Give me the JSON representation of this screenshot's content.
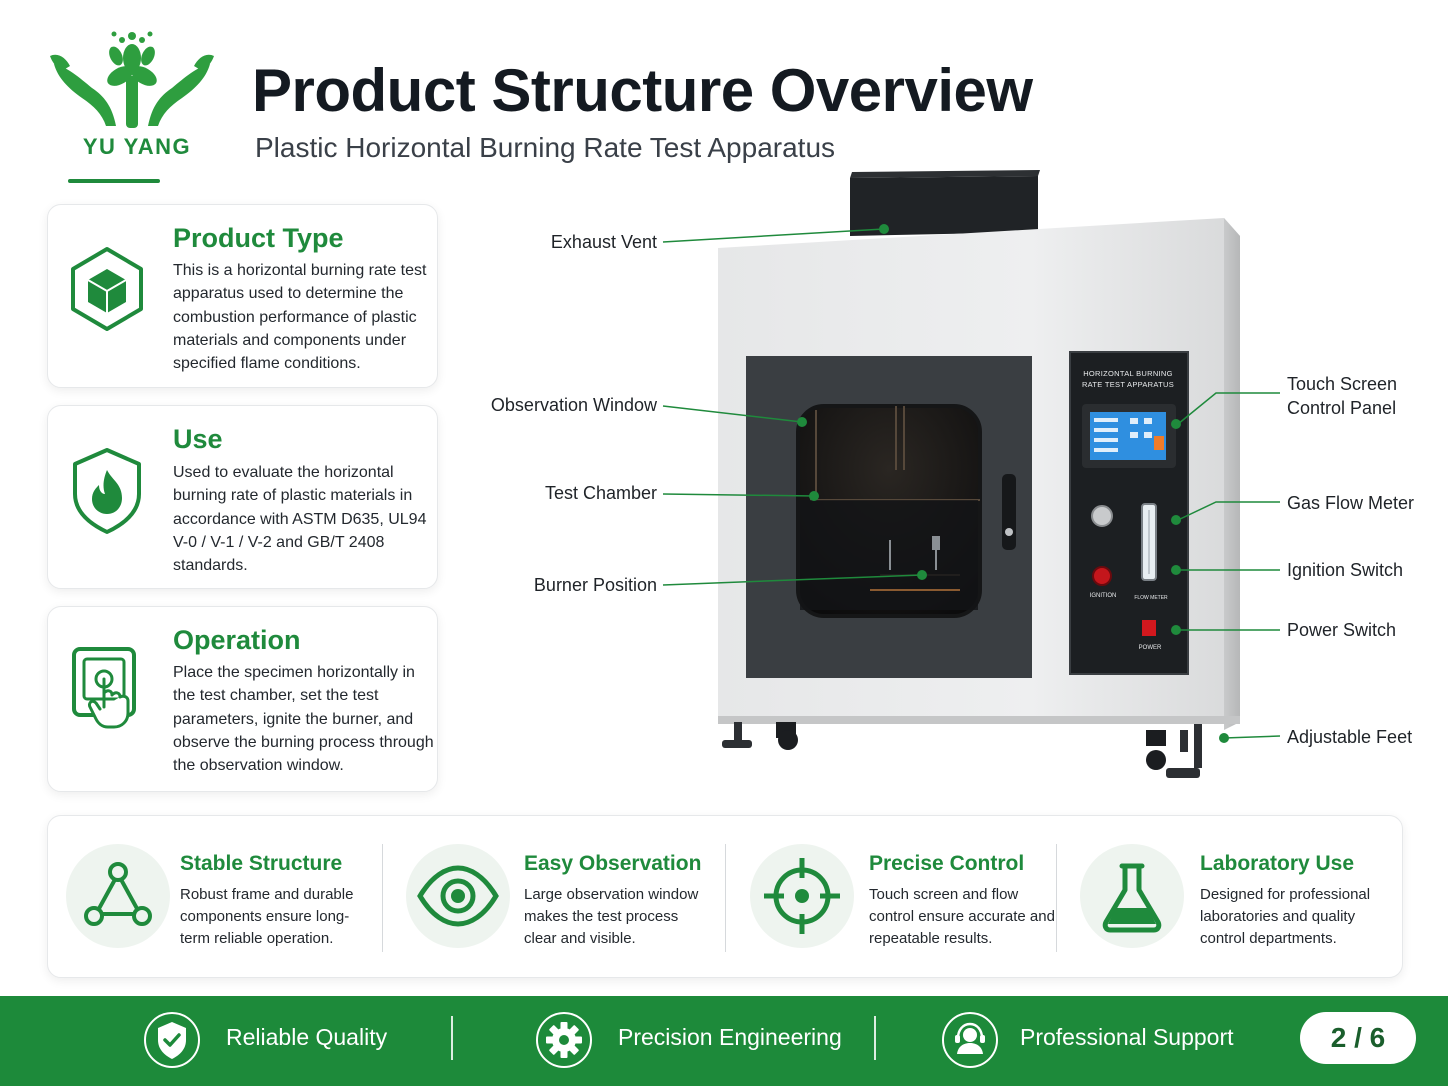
{
  "brand": {
    "name": "YU YANG",
    "color": "#1f8a3c"
  },
  "header": {
    "title": "Product Structure Overview",
    "subtitle": "Plastic Horizontal Burning Rate Test Apparatus"
  },
  "cards": [
    {
      "title": "Product Type",
      "text": "This is a horizontal burning rate test apparatus used to determine the combustion performance of plastic materials and components under specified flame conditions.",
      "icon": "cube-icon"
    },
    {
      "title": "Use",
      "text": "Used to evaluate the horizontal burning rate of plastic materials in accordance with ASTM D635, UL94 V-0 / V-1 / V-2 and GB/T 2408 standards.",
      "icon": "flame-icon"
    },
    {
      "title": "Operation",
      "text": "Place the specimen horizontally in the test chamber, set the test parameters, ignite the burner, and observe the burning process through the observation window.",
      "icon": "touch-icon"
    }
  ],
  "machine": {
    "panel_title_line1": "HORIZONTAL BURNING",
    "panel_title_line2": "RATE TEST APPARATUS",
    "ignition_label": "IGNITION",
    "flow_label": "FLOW METER",
    "power_label": "POWER"
  },
  "callouts": {
    "exhaust_vent": "Exhaust Vent",
    "observation_window": "Observation Window",
    "test_chamber": "Test Chamber",
    "burner_position": "Burner Position",
    "touch_screen_line1": "Touch Screen",
    "touch_screen_line2": "Control Panel",
    "gas_flow_meter": "Gas Flow Meter",
    "ignition_switch": "Ignition Switch",
    "power_switch": "Power Switch",
    "adjustable_feet": "Adjustable Feet"
  },
  "features": [
    {
      "title": "Stable Structure",
      "text": "Robust frame and durable components ensure long-term reliable operation.",
      "icon": "triangle-nodes-icon"
    },
    {
      "title": "Easy Observation",
      "text": "Large observation window makes the test process clear and visible.",
      "icon": "eye-icon"
    },
    {
      "title": "Precise Control",
      "text": "Touch screen and flow control ensure accurate and repeatable results.",
      "icon": "crosshair-icon"
    },
    {
      "title": "Laboratory Use",
      "text": "Designed for professional laboratories and quality control departments.",
      "icon": "flask-icon"
    }
  ],
  "footer": {
    "items": [
      {
        "label": "Reliable Quality",
        "icon": "shield-check-icon"
      },
      {
        "label": "Precision Engineering",
        "icon": "gear-icon"
      },
      {
        "label": "Professional Support",
        "icon": "support-agent-icon"
      }
    ],
    "page": "2 / 6",
    "bar_color": "#1d8a3a"
  }
}
